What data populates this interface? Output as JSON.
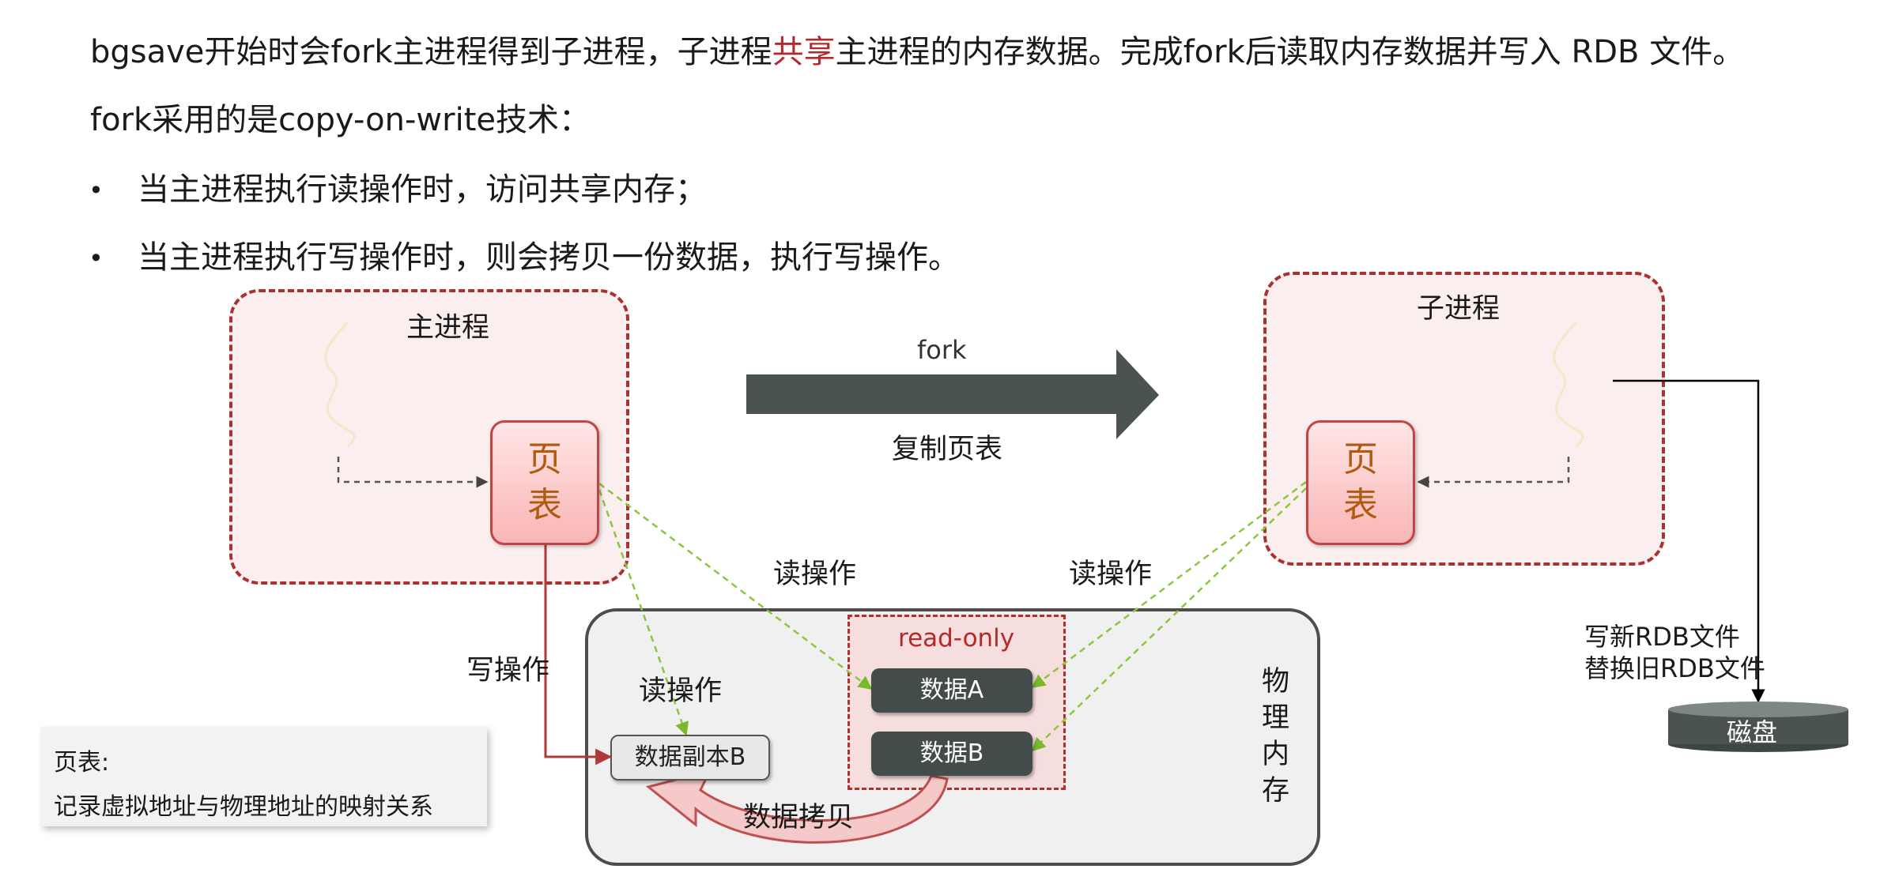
{
  "text": {
    "line1_part1": "bgsave开始时会fork主进程得到子进程，子进程",
    "line1_highlight": "共享",
    "line1_part2": "主进程的内存数据。完成fork后读取内存数据并写入 RDB 文件。",
    "line2": "fork采用的是copy-on-write技术：",
    "bullets": [
      "当主进程执行读操作时，访问共享内存；",
      "当主进程执行写操作时，则会拷贝一份数据，执行写操作。"
    ],
    "bullet_symbol": "•"
  },
  "diagram": {
    "main_process_label": "主进程",
    "child_process_label": "子进程",
    "page_table_label": "页\n表",
    "fork_label": "fork",
    "copy_page_table_label": "复制页表",
    "read_op_label": "读操作",
    "write_op_label": "写操作",
    "read_only_label": "read-only",
    "data_a": "数据A",
    "data_b": "数据B",
    "data_copy_b": "数据副本B",
    "data_copy_label": "数据拷贝",
    "physical_memory_label": "物\n理\n内\n存",
    "write_new_rdb": "写新RDB文件",
    "replace_old_rdb": "替换旧RDB文件",
    "disk_label": "磁盘"
  },
  "legend": {
    "title": "页表:",
    "description": "记录虚拟地址与物理地址的映射关系"
  },
  "colors": {
    "accent_red": "#b22a2a",
    "arrow_dark": "#4a5252",
    "green_dashed": "#8cc63f"
  }
}
